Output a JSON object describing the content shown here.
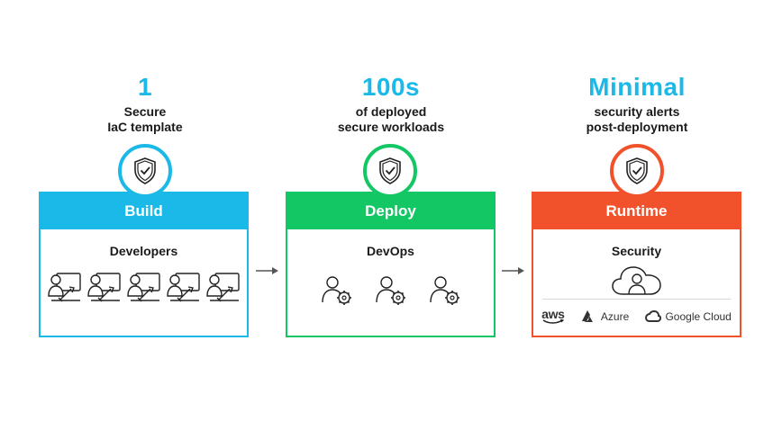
{
  "stages": [
    {
      "metric": "1",
      "metric_sub_1": "Secure",
      "metric_sub_2": "IaC template",
      "title": "Build",
      "role": "Developers",
      "color": "#1ab9e8",
      "icon": "shield-check-icon",
      "people_icon": "developer-laptop-icon"
    },
    {
      "metric": "100s",
      "metric_sub_1": "of deployed",
      "metric_sub_2": "secure workloads",
      "title": "Deploy",
      "role": "DevOps",
      "color": "#12c764",
      "icon": "shield-check-icon",
      "people_icon": "devops-gear-icon"
    },
    {
      "metric": "Minimal",
      "metric_sub_1": "security alerts",
      "metric_sub_2": "post-deployment",
      "title": "Runtime",
      "role": "Security",
      "color": "#f2522b",
      "icon": "shield-check-icon",
      "people_icon": "cloud-user-icon"
    }
  ],
  "clouds": {
    "aws": "aws",
    "azure": "Azure",
    "google": "Google Cloud"
  }
}
